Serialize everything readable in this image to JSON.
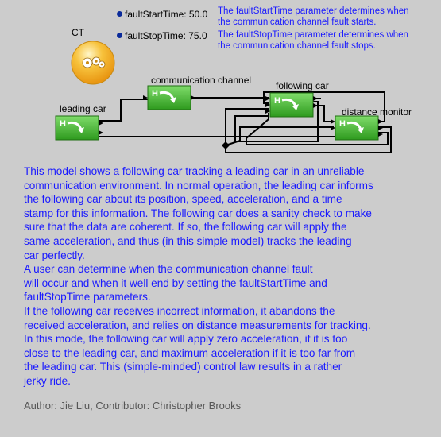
{
  "director": {
    "label": "CT"
  },
  "parameters": [
    {
      "name": "faultStartTime",
      "value": "50.0",
      "text": "faultStartTime: 50.0"
    },
    {
      "name": "faultStopTime",
      "value": "75.0",
      "text": "faultStopTime: 75.0"
    }
  ],
  "notes": {
    "fault_start": "The faultStartTime parameter determines when\nthe communication channel fault starts.",
    "fault_stop": "The faultStopTime parameter determines when\nthe communication channel fault stops."
  },
  "actors": {
    "leading_car": {
      "label": "leading car"
    },
    "communication_channel": {
      "label": "communication channel"
    },
    "following_car": {
      "label": "following car"
    },
    "distance_monitor": {
      "label": "distance monitor"
    }
  },
  "description": "This model shows a following car tracking a leading car in an unreliable\ncommunication environment. In normal operation, the leading car informs\nthe following car about its position, speed, acceleration, and a time\nstamp for this information. The following car does a sanity check to make\nsure that the data are coherent. If so, the following car will apply the\nsame acceleration, and thus (in this simple model) tracks the leading\ncar perfectly.\nA user can determine when the communication channel fault\nwill occur and when it well end by setting the faultStartTime and\nfaultStopTime parameters.\nIf the following car receives incorrect information, it abandons the\nreceived acceleration, and relies on distance measurements for tracking.\nIn this mode, the following car will apply zero acceleration, if it is too\nclose to the leading car, and maximum acceleration if it is too far from\nthe leading car. This (simple-minded) control law results in a rather\njerky ride.",
  "author": "Author: Jie Liu, Contributor: Christopher Brooks",
  "colors": {
    "actor_fill": "#33aa22",
    "note_text": "#1a1aff",
    "background": "#cccccc",
    "director_fill": "#f2a818"
  }
}
